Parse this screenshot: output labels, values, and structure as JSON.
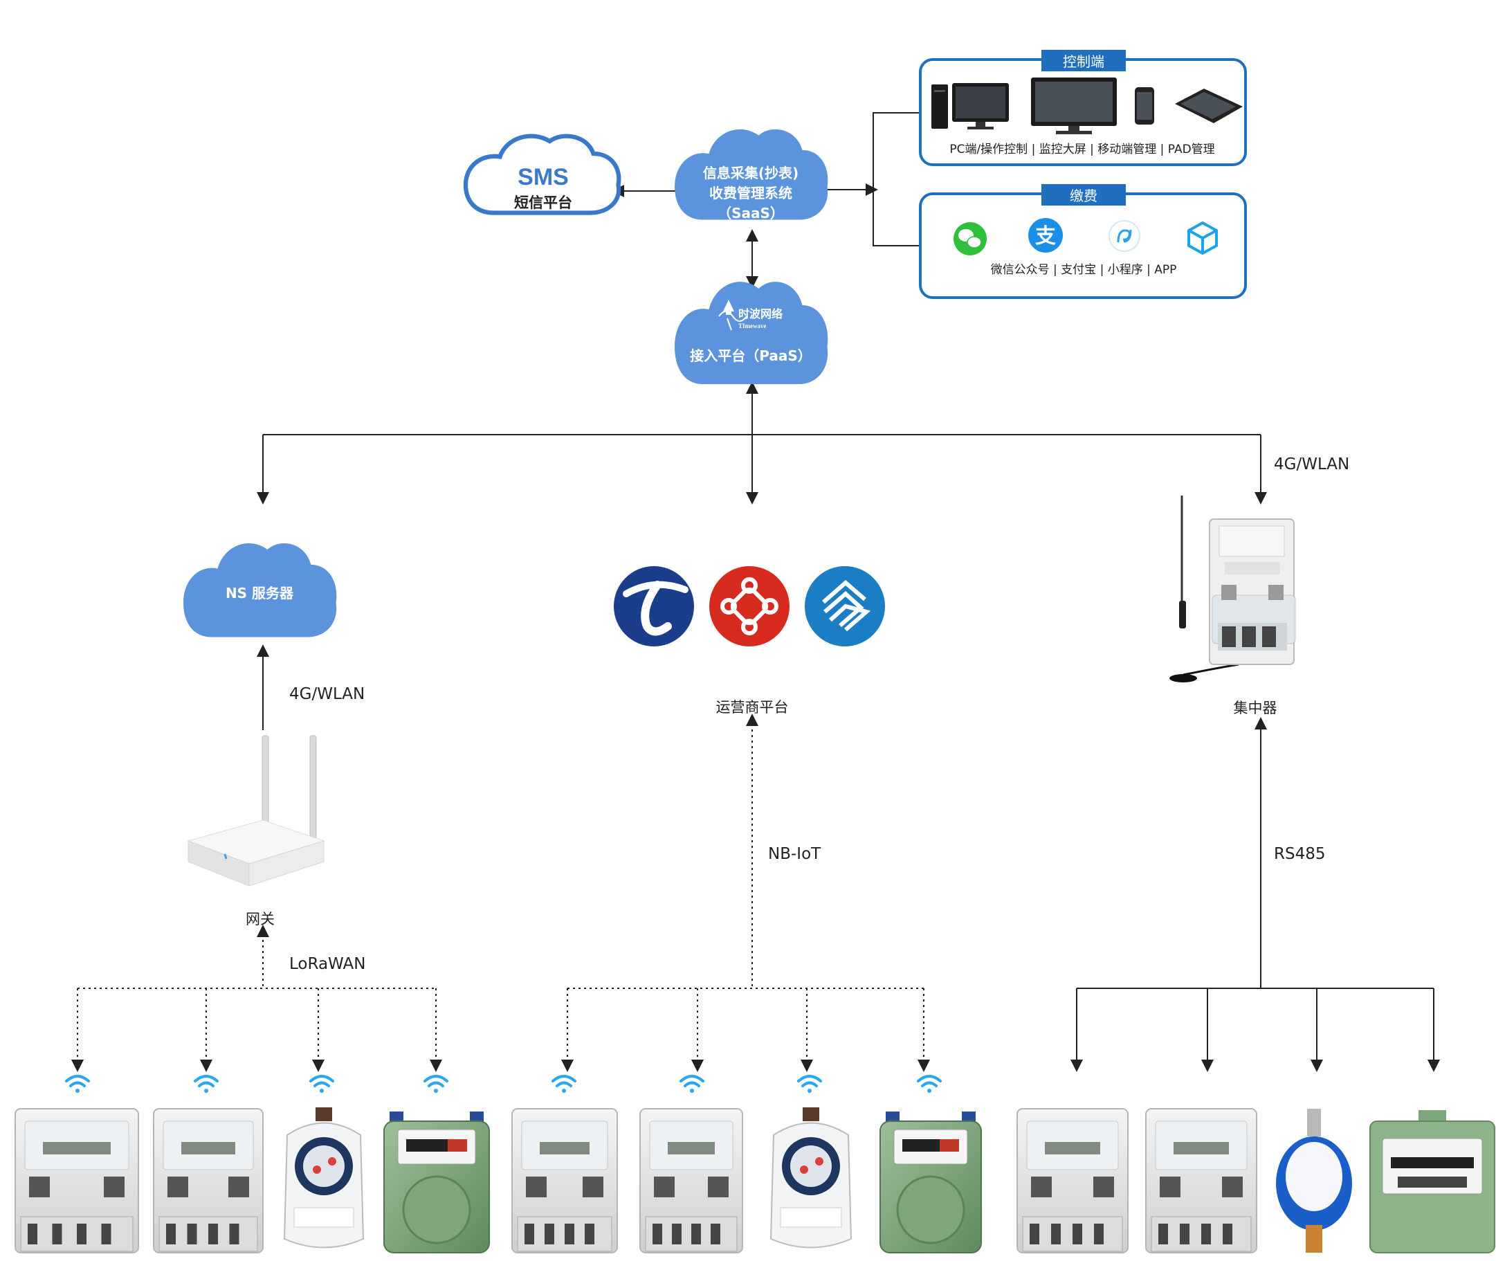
{
  "colors": {
    "cloud": "#5b93dc",
    "cloud_outline": "#2d6fc4",
    "panel_border": "#1f6fbe",
    "panel_tab": "#1f6fbe",
    "line": "#222222",
    "wifi": "#29a8ef",
    "telecom": "#1a3d8c",
    "unicom": "#d82b1f",
    "mobile": "#1b7dc3",
    "wechat": "#2fbf3a",
    "alipay": "#1a8ee8",
    "miniapp": "#2aa1f0",
    "app": "#1aa3e8"
  },
  "sms_cloud": {
    "title": "SMS",
    "subtitle": "短信平台"
  },
  "saas_cloud": {
    "line1": "信息采集(抄表)",
    "line2": "收费管理系统",
    "line3": "（SaaS）"
  },
  "paas_cloud": {
    "brand": "时波网络",
    "brand_en": "TImewave",
    "label": "接入平台（PaaS）"
  },
  "control_panel": {
    "tab": "控制端",
    "caption": "PC端/操作控制 | 监控大屏 | 移动端管理 | PAD管理",
    "icons": [
      "pc-tower-icon",
      "monitor-icon",
      "large-screen-icon",
      "phone-icon",
      "tablet-icon"
    ]
  },
  "payment_panel": {
    "tab": "缴费",
    "caption": "微信公众号 | 支付宝 | 小程序 | APP",
    "icons": [
      "wechat-icon",
      "alipay-icon",
      "mini-program-icon",
      "app-icon"
    ],
    "alipay_glyph": "支"
  },
  "ns_cloud": {
    "label": "NS 服务器"
  },
  "operators": {
    "label": "运营商平台",
    "logos": [
      "china-telecom-icon",
      "china-unicom-icon",
      "china-mobile-icon"
    ]
  },
  "concentrator": {
    "label": "集中器"
  },
  "gateway": {
    "label": "网关"
  },
  "links": {
    "right_top": "4G/WLAN",
    "left_mid": "4G/WLAN",
    "nbiot": "NB-IoT",
    "rs485": "RS485",
    "lorawan": "LoRaWAN"
  },
  "meters": {
    "lora_group": [
      "electric-meter",
      "electric-meter",
      "water-meter",
      "gas-meter"
    ],
    "nbiot_group": [
      "electric-meter",
      "electric-meter",
      "water-meter",
      "gas-meter"
    ],
    "rs485_group": [
      "electric-meter",
      "electric-meter",
      "water-meter",
      "gas-meter"
    ]
  }
}
